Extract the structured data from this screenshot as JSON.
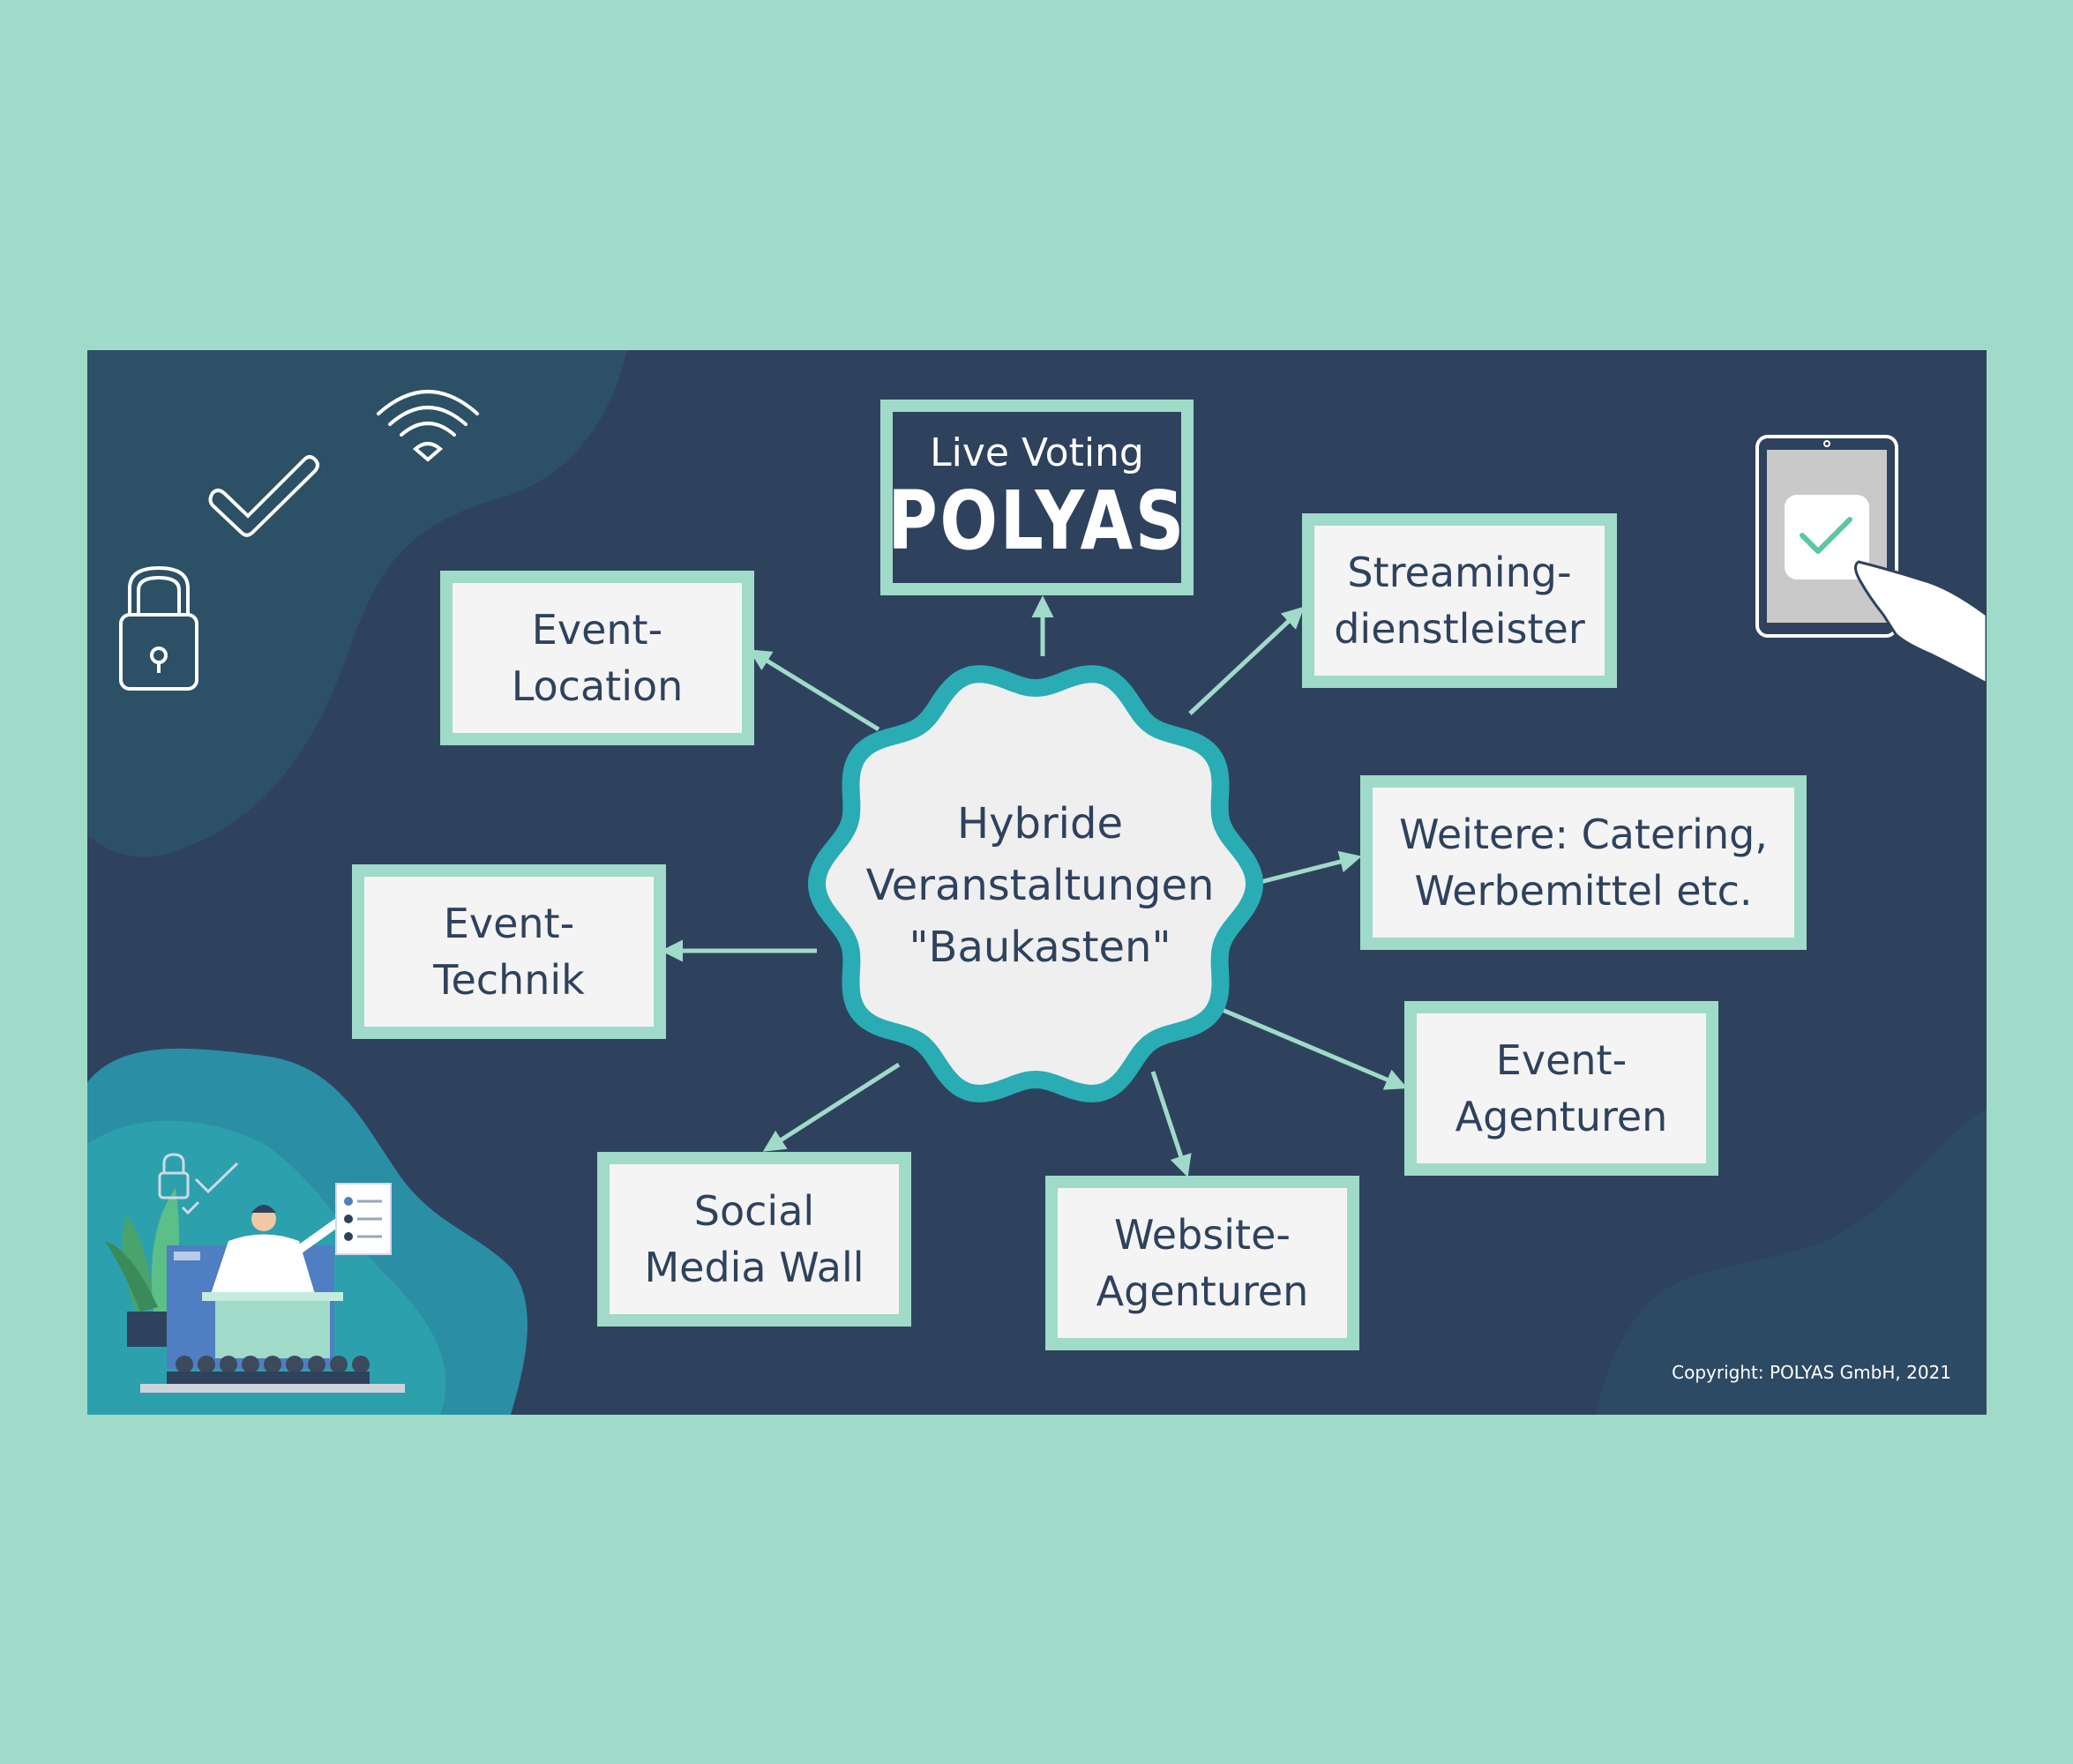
{
  "header": {
    "subtitle": "Live Voting",
    "logo": "POLYAS"
  },
  "hub": {
    "line1": "Hybride",
    "line2": "Veranstaltungen",
    "line3": "\"Baukasten\""
  },
  "nodes": {
    "streaming": {
      "line1": "Streaming-",
      "line2": "dienstleister"
    },
    "location": {
      "line1": "Event-",
      "line2": "Location"
    },
    "weitere": {
      "line1": "Weitere: Catering,",
      "line2": "Werbemittel etc."
    },
    "technik": {
      "line1": "Event-",
      "line2": "Technik"
    },
    "agenturen": {
      "line1": "Event-",
      "line2": "Agenturen"
    },
    "social": {
      "line1": "Social",
      "line2": "Media Wall"
    },
    "website": {
      "line1": "Website-",
      "line2": "Agenturen"
    }
  },
  "copyright": "Copyright: POLYAS GmbH, 2021",
  "icons": [
    "checkmark-icon",
    "wifi-icon",
    "padlock-icon",
    "tablet-check-icon",
    "presenter-illustration"
  ],
  "colors": {
    "background": "#a0dac8",
    "panel": "#2e425e",
    "accent": "#2aacb4",
    "box_border": "#a0dac8",
    "text": "#2e425e"
  }
}
